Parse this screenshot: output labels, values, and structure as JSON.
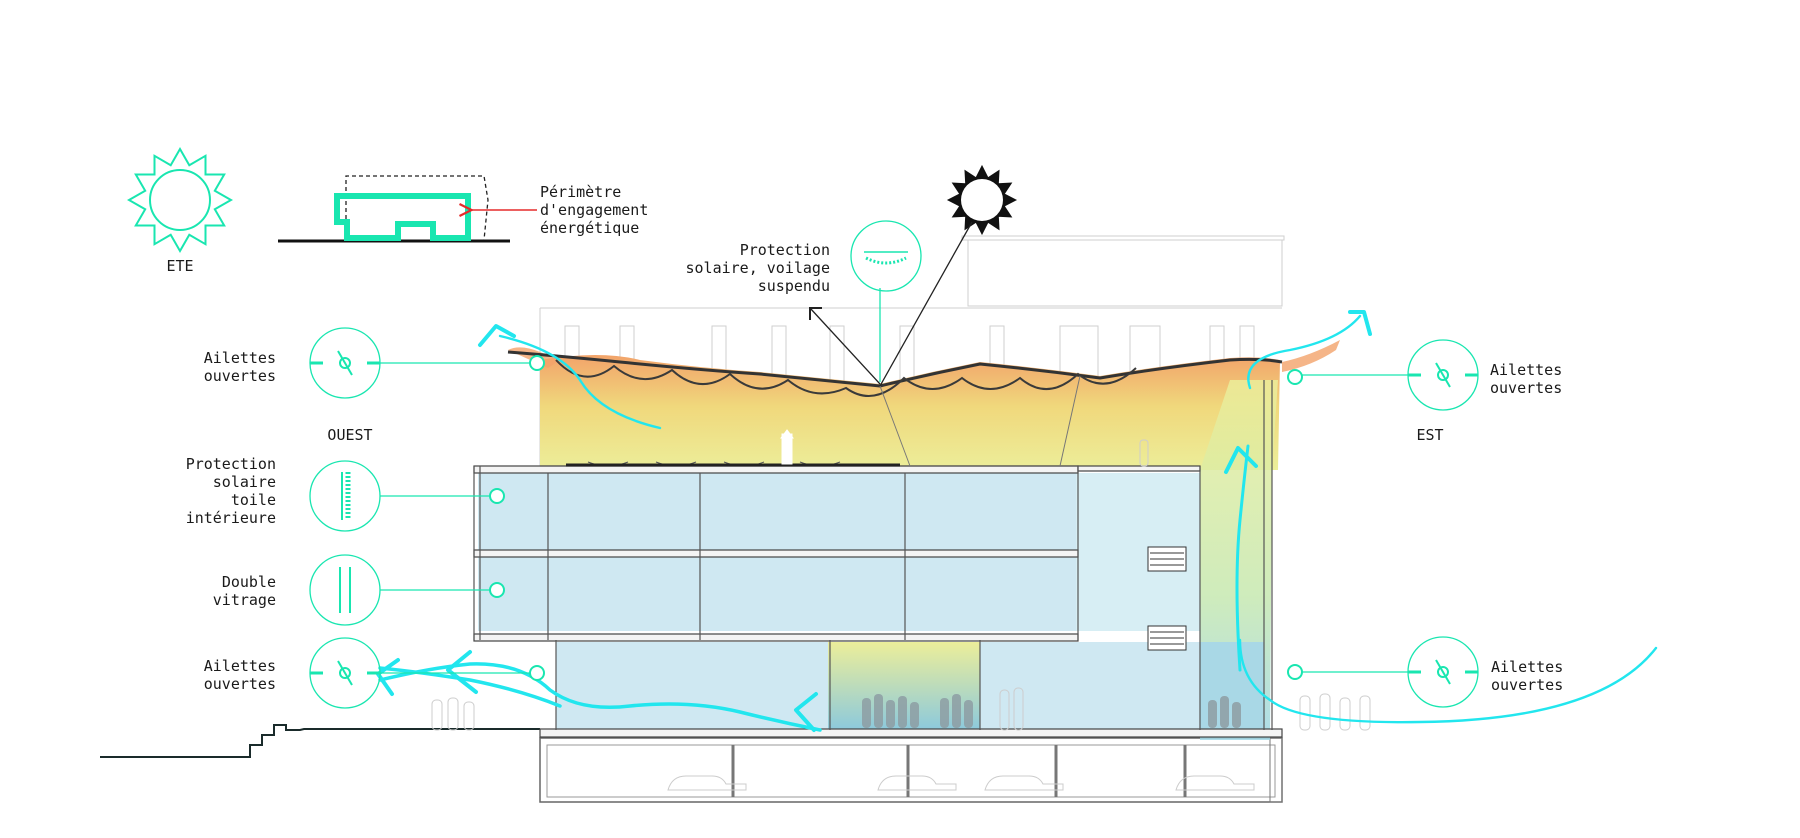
{
  "season_label": "ETE",
  "perimeter": {
    "text": "Périmètre\nd'engagement\nénergétique"
  },
  "orientation": {
    "west": "OUEST",
    "east": "EST"
  },
  "labels": {
    "west_top_louvers": "Ailettes\nouvertes",
    "inner_fabric": "Protection\nsolaire\ntoile\nintérieure",
    "double_glazing": "Double\nvitrage",
    "west_bottom_louvers": "Ailettes\nouvertes",
    "veil": "Protection\nsolaire, voilage\nsuspendu",
    "east_top_louvers": "Ailettes\nouvertes",
    "east_bottom_louvers": "Ailettes\nouvertes"
  },
  "colors": {
    "accent": "#19e6b0",
    "airflow": "#22e6ee",
    "glass": "#cfe8f2",
    "warm_top": "#f2a36a",
    "warm_bottom": "#ecee9a",
    "line": "#333333",
    "arrow_red": "#e52b2b"
  },
  "icons": [
    "sun-outline-icon",
    "sun-solid-icon",
    "louver-open-icon",
    "fabric-screen-icon",
    "double-glazing-icon",
    "veil-icon"
  ]
}
